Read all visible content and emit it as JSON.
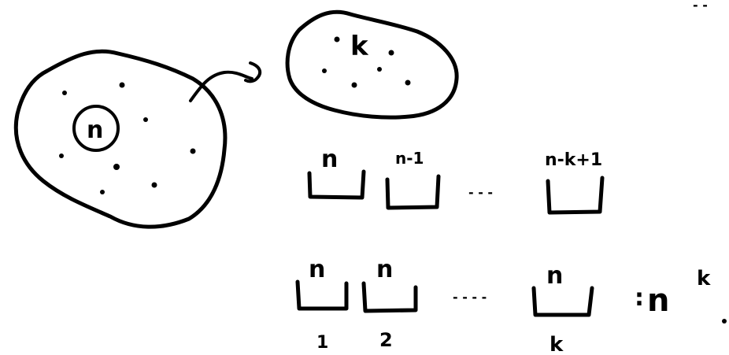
{
  "big_set": {
    "center_label": "n"
  },
  "subset": {
    "label": "k"
  },
  "row1": {
    "slots": [
      {
        "label": "n"
      },
      {
        "label": "n-1"
      },
      {
        "label": "n-k+1"
      }
    ],
    "ellipsis": "- - -"
  },
  "row2": {
    "slots": [
      {
        "label": "n",
        "index": "1"
      },
      {
        "label": "n",
        "index": "2"
      },
      {
        "label": "n",
        "index": "k"
      }
    ],
    "ellipsis": "- - - -",
    "result_prefix": ":",
    "result_base": "n",
    "result_exponent": "k"
  },
  "corner_mark": "- -"
}
